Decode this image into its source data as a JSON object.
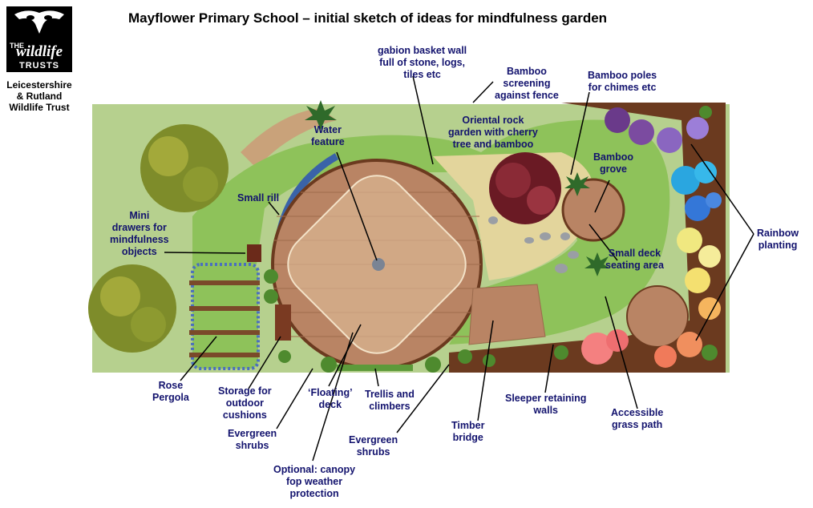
{
  "header": {
    "logo_the": "THE",
    "logo_wildlife": "wildlife",
    "logo_trusts": "TRUSTS",
    "org_lines": [
      "Leicestershire",
      "& Rutland",
      "Wildlife Trust"
    ],
    "title": "Mayflower Primary School – initial sketch of ideas for mindfulness garden"
  },
  "labels": {
    "gabion": [
      "gabion basket wall",
      "full of stone, logs,",
      "tiles etc"
    ],
    "bamboo_screening": [
      "Bamboo",
      "screening",
      "against fence"
    ],
    "bamboo_poles": [
      "Bamboo poles",
      "for chimes etc"
    ],
    "water_feature": [
      "Water",
      "feature"
    ],
    "oriental": [
      "Oriental rock",
      "garden with cherry",
      "tree and bamboo"
    ],
    "bamboo_grove": [
      "Bamboo",
      "grove"
    ],
    "small_rill": [
      "Small rill"
    ],
    "mini_drawers": [
      "Mini",
      "drawers for",
      "mindfulness",
      "objects"
    ],
    "small_deck": [
      "Small deck",
      "seating area"
    ],
    "rainbow": [
      "Rainbow",
      "planting"
    ],
    "rose_pergola": [
      "Rose",
      "Pergola"
    ],
    "storage": [
      "Storage for",
      "outdoor",
      "cushions"
    ],
    "floating_deck": [
      "‘Floating’",
      "deck"
    ],
    "trellis": [
      "Trellis and",
      "climbers"
    ],
    "timber_bridge": [
      "Timber",
      "bridge"
    ],
    "sleeper": [
      "Sleeper retaining",
      "walls"
    ],
    "accessible": [
      "Accessible",
      "grass path"
    ],
    "evergreen_left": [
      "Evergreen",
      "shrubs"
    ],
    "evergreen_mid": [
      "Evergreen",
      "shrubs"
    ],
    "canopy": [
      "Optional: canopy",
      "fop weather",
      "protection"
    ]
  },
  "colors": {
    "grass": "#a9c87a",
    "lawn": "#8ec25a",
    "deck": "#b98464",
    "label_text": "#13136e",
    "border_soil": "#6b3a1f"
  }
}
